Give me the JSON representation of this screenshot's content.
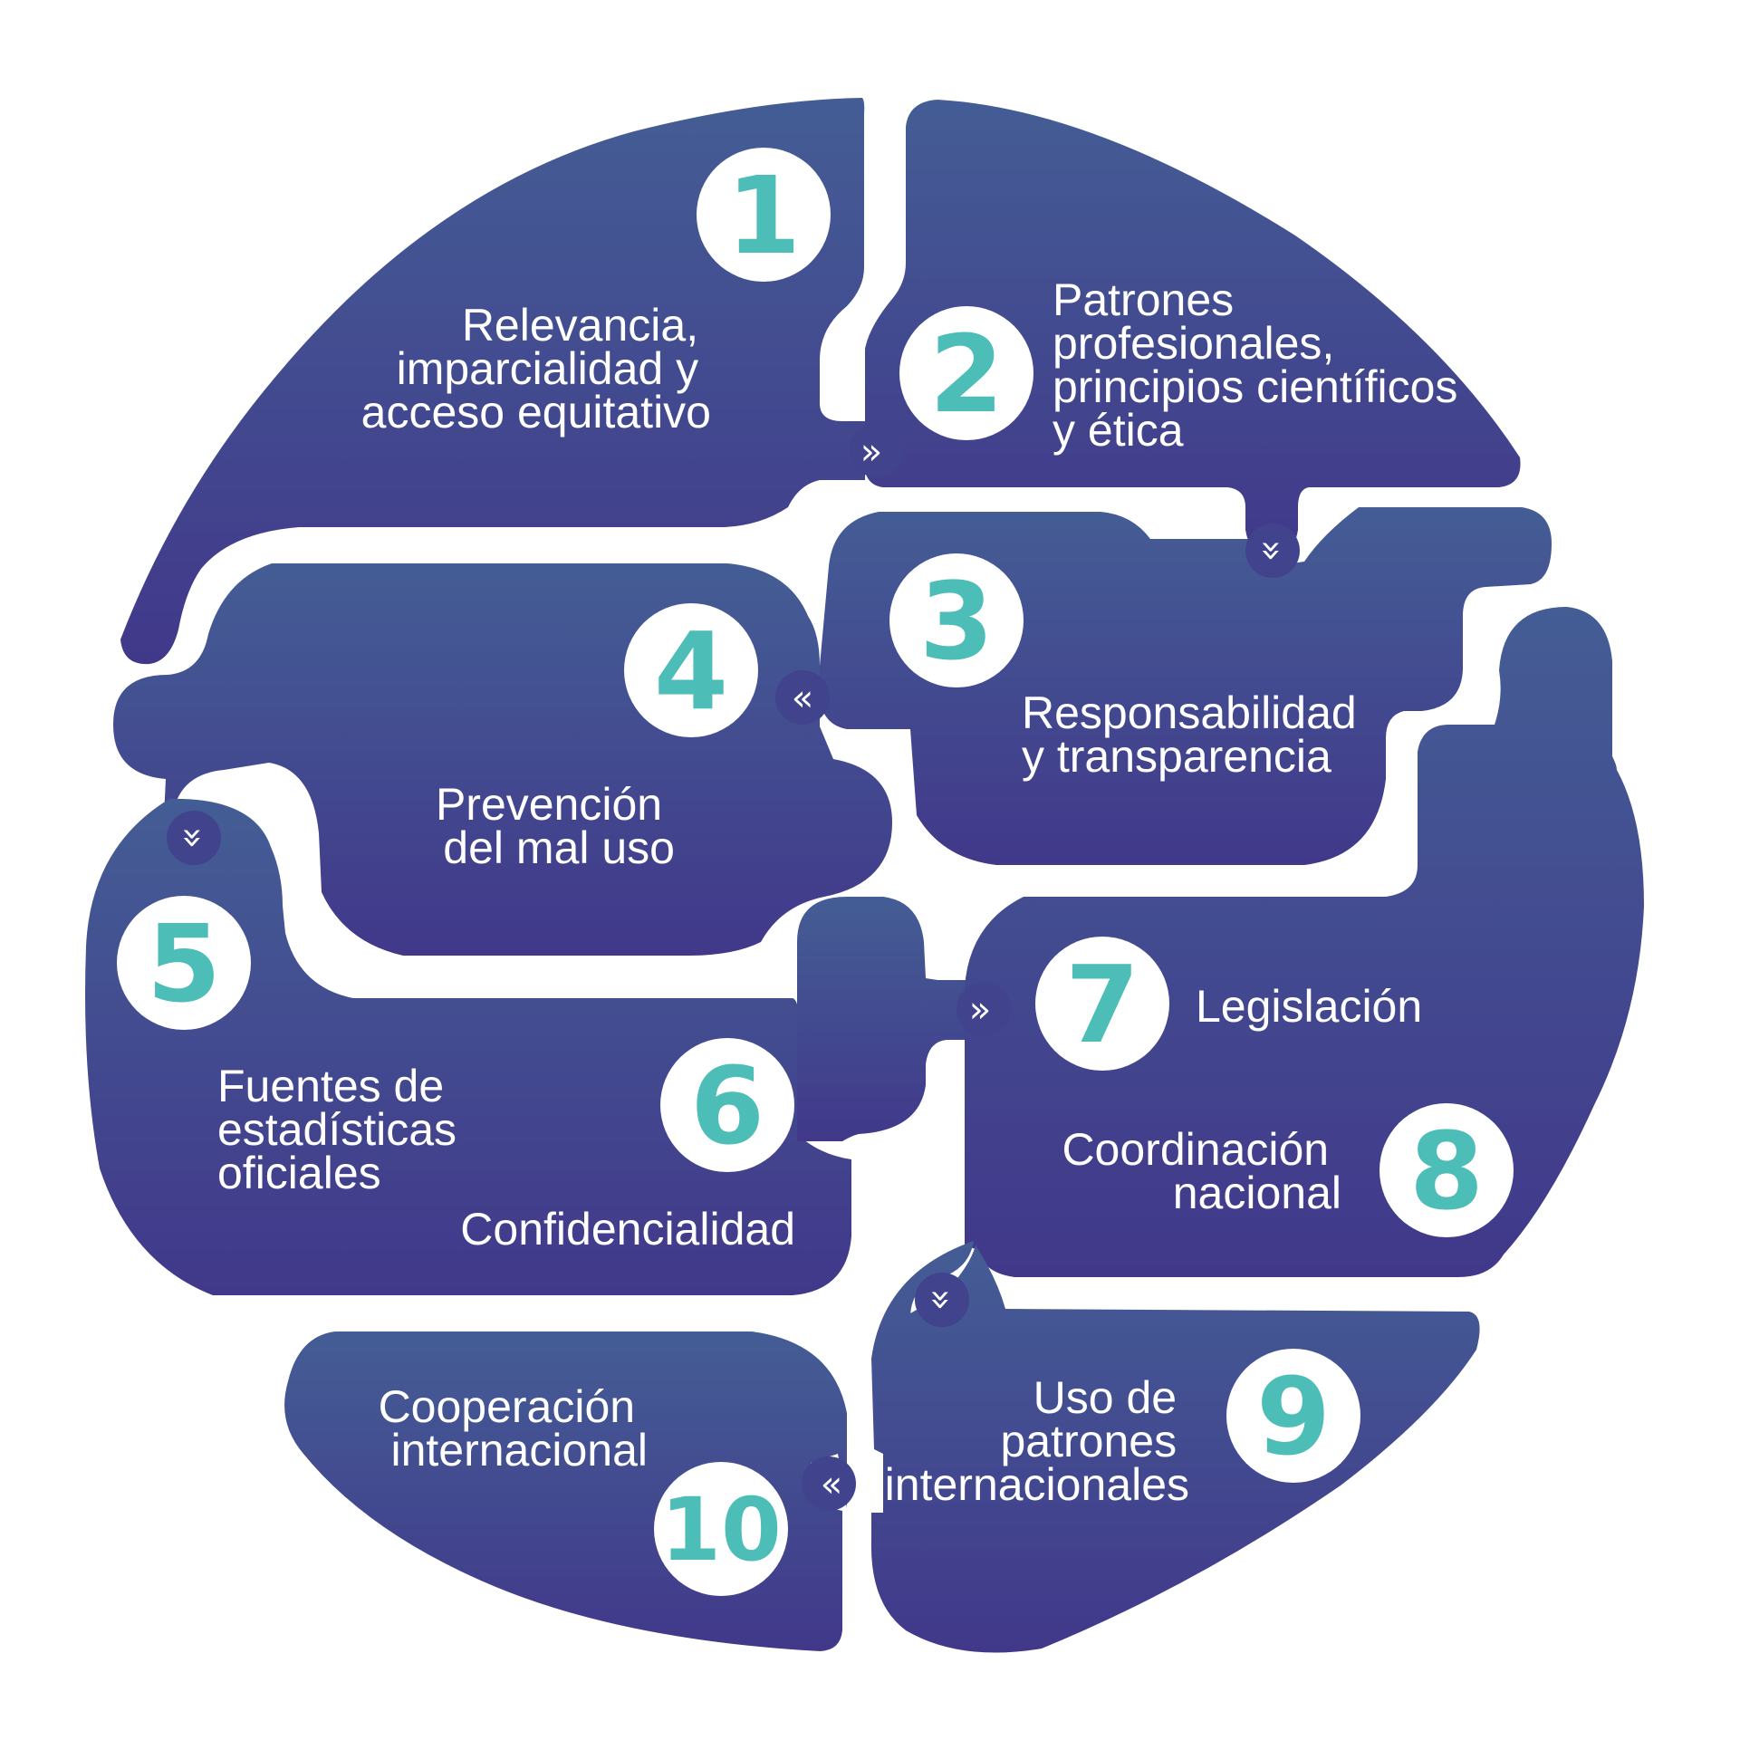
{
  "colors": {
    "piece_top": "#445d95",
    "piece_bottom": "#41388a",
    "number_fill": "#4cbdb7",
    "circle_fill": "#ffffff",
    "background": "#ffffff"
  },
  "steps": [
    {
      "number": "1",
      "label_lines": [
        "Relevancia,",
        "imparcialidad y",
        "acceso equitativo"
      ]
    },
    {
      "number": "2",
      "label_lines": [
        "Patrones",
        "profesionales,",
        "principios científicos",
        "y ética"
      ]
    },
    {
      "number": "3",
      "label_lines": [
        "Responsabilidad",
        "y transparencia"
      ]
    },
    {
      "number": "4",
      "label_lines": [
        "Prevención",
        "del mal uso"
      ]
    },
    {
      "number": "5",
      "label_lines": [
        "Fuentes de",
        "estadísticas",
        "oficiales"
      ]
    },
    {
      "number": "6",
      "label_lines": [
        "Confidencialidad"
      ]
    },
    {
      "number": "7",
      "label_lines": [
        "Legislación"
      ]
    },
    {
      "number": "8",
      "label_lines": [
        "Coordinación",
        "nacional"
      ]
    },
    {
      "number": "9",
      "label_lines": [
        "Uso de",
        "patrones",
        "internacionales"
      ]
    },
    {
      "number": "10",
      "label_lines": [
        "Cooperación",
        "internacional"
      ]
    }
  ],
  "connectors": [
    {
      "from": "1",
      "to": "2",
      "direction": "right"
    },
    {
      "from": "2",
      "to": "3",
      "direction": "down"
    },
    {
      "from": "3",
      "to": "4",
      "direction": "left"
    },
    {
      "from": "4",
      "to": "5",
      "direction": "down"
    },
    {
      "from": "6",
      "to": "7",
      "direction": "right"
    },
    {
      "from": "8",
      "to": "9",
      "direction": "down"
    },
    {
      "from": "9",
      "to": "10",
      "direction": "left"
    }
  ]
}
